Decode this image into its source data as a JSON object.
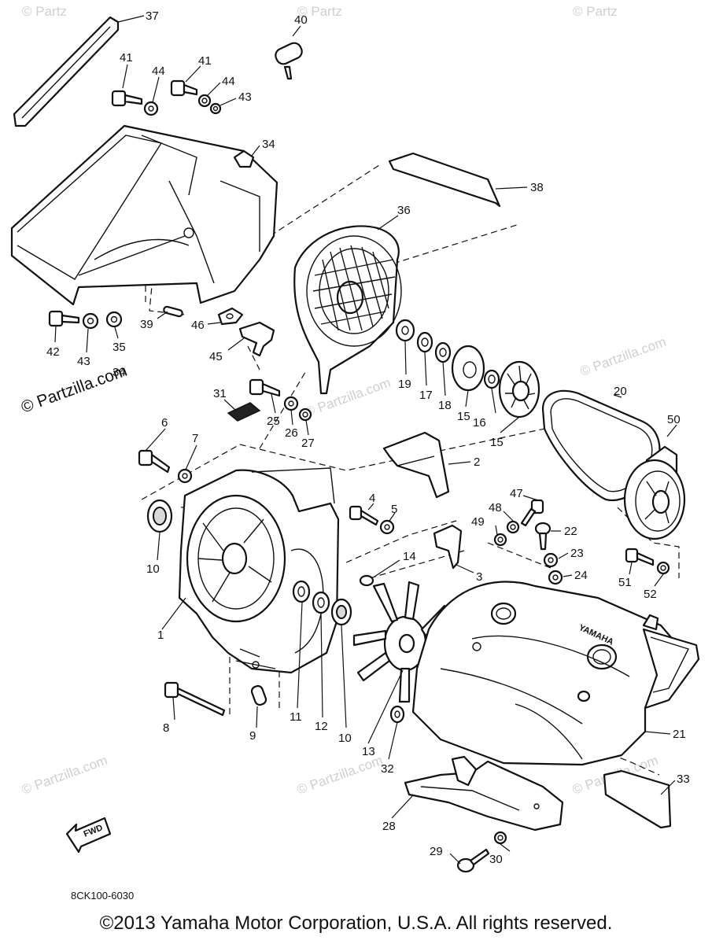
{
  "diagram": {
    "drawing_code": "8CK100-6030",
    "fwd_label": "FWD",
    "copyright": "©2013 Yamaha Motor Corporation, U.S.A. All rights reserved.",
    "watermark": "© Partzilla.com",
    "watermark_short": "© Partz",
    "brand_on_part": "YAMAHA",
    "callouts": [
      {
        "id": "c37",
        "text": "37"
      },
      {
        "id": "c40",
        "text": "40"
      },
      {
        "id": "c41a",
        "text": "41"
      },
      {
        "id": "c44a",
        "text": "44"
      },
      {
        "id": "c41b",
        "text": "41"
      },
      {
        "id": "c44b",
        "text": "44"
      },
      {
        "id": "c43a",
        "text": "43"
      },
      {
        "id": "c34a",
        "text": "34"
      },
      {
        "id": "c38",
        "text": "38"
      },
      {
        "id": "c36",
        "text": "36"
      },
      {
        "id": "c42",
        "text": "42"
      },
      {
        "id": "c43b",
        "text": "43"
      },
      {
        "id": "c35",
        "text": "35"
      },
      {
        "id": "c34b",
        "text": "34"
      },
      {
        "id": "c39",
        "text": "39"
      },
      {
        "id": "c46",
        "text": "46"
      },
      {
        "id": "c45",
        "text": "45"
      },
      {
        "id": "c19",
        "text": "19"
      },
      {
        "id": "c17",
        "text": "17"
      },
      {
        "id": "c18",
        "text": "18"
      },
      {
        "id": "c15a",
        "text": "15"
      },
      {
        "id": "c16",
        "text": "16"
      },
      {
        "id": "c15b",
        "text": "15"
      },
      {
        "id": "c20",
        "text": "20"
      },
      {
        "id": "c50",
        "text": "50"
      },
      {
        "id": "c31",
        "text": "31"
      },
      {
        "id": "c25",
        "text": "25"
      },
      {
        "id": "c26",
        "text": "26"
      },
      {
        "id": "c27",
        "text": "27"
      },
      {
        "id": "c6",
        "text": "6"
      },
      {
        "id": "c7",
        "text": "7"
      },
      {
        "id": "c2",
        "text": "2"
      },
      {
        "id": "c4",
        "text": "4"
      },
      {
        "id": "c5",
        "text": "5"
      },
      {
        "id": "c47",
        "text": "47"
      },
      {
        "id": "c48",
        "text": "48"
      },
      {
        "id": "c49",
        "text": "49"
      },
      {
        "id": "c22",
        "text": "22"
      },
      {
        "id": "c23",
        "text": "23"
      },
      {
        "id": "c24",
        "text": "24"
      },
      {
        "id": "c51",
        "text": "51"
      },
      {
        "id": "c52",
        "text": "52"
      },
      {
        "id": "c10a",
        "text": "10"
      },
      {
        "id": "c14",
        "text": "14"
      },
      {
        "id": "c3",
        "text": "3"
      },
      {
        "id": "c1",
        "text": "1"
      },
      {
        "id": "c8",
        "text": "8"
      },
      {
        "id": "c9",
        "text": "9"
      },
      {
        "id": "c11",
        "text": "11"
      },
      {
        "id": "c12",
        "text": "12"
      },
      {
        "id": "c10b",
        "text": "10"
      },
      {
        "id": "c13",
        "text": "13"
      },
      {
        "id": "c32",
        "text": "32"
      },
      {
        "id": "c21",
        "text": "21"
      },
      {
        "id": "c33",
        "text": "33"
      },
      {
        "id": "c28",
        "text": "28"
      },
      {
        "id": "c30",
        "text": "30"
      },
      {
        "id": "c29",
        "text": "29"
      }
    ]
  }
}
